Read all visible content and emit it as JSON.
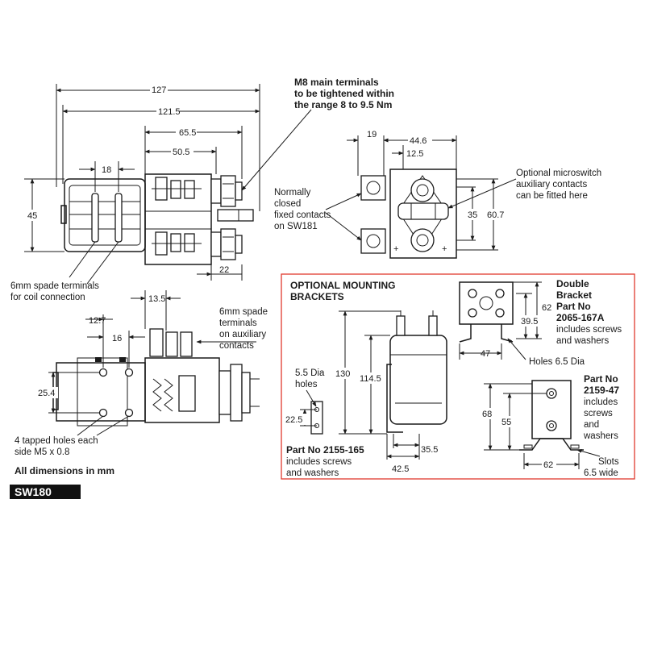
{
  "colors": {
    "ink": "#1a1a1a",
    "frame": "#e03a2e",
    "badge_bg": "#111111",
    "badge_text": "#ffffff"
  },
  "side_view": {
    "dims": {
      "overall": "127",
      "body": "121.5",
      "terminal_span": "65.5",
      "inner_span": "50.5",
      "coil_pitch": "18",
      "height": "45",
      "spade_offset": "22",
      "aux_offset": "13.5"
    },
    "callouts": {
      "m8": [
        "M8 main terminals",
        "to be tightened within",
        "the range 8 to 9.5 Nm"
      ],
      "coil_spades": [
        "6mm spade terminals",
        "for coil connection"
      ]
    }
  },
  "end_view": {
    "dims": {
      "left_gap": "19",
      "width": "44.6",
      "offset": "12.5",
      "inner_h": "35",
      "outer_h": "60.7"
    },
    "callouts": {
      "nc": [
        "Normally",
        "closed",
        "fixed contacts",
        "on SW181"
      ],
      "microswitch": [
        "Optional microswitch",
        "auxiliary contacts",
        "can be fitted here"
      ]
    },
    "plus": "+"
  },
  "bottom_view": {
    "dims": {
      "pitch_a": "12.7",
      "pitch_b": "16",
      "height": "25.4"
    },
    "callouts": {
      "aux_spades": [
        "6mm spade",
        "terminals",
        "on auxiliary",
        "contacts"
      ],
      "tapped": [
        "4 tapped holes each",
        "side M5 x 0.8"
      ]
    }
  },
  "footer": {
    "units": "All dimensions in mm",
    "model": "SW180"
  },
  "brackets": {
    "title": [
      "OPTIONAL MOUNTING",
      "BRACKETS"
    ],
    "single": {
      "hole_label": [
        "5.5 Dia",
        "holes"
      ],
      "part_bold": "Part No 2155-165",
      "part_text": [
        "includes screws",
        "and washers"
      ],
      "dims": {
        "total_h": "130",
        "body_h": "114.5",
        "hole_pitch": "22.5",
        "base_a": "35.5",
        "base_b": "42.5"
      }
    },
    "double": {
      "bold": [
        "Double",
        "Bracket",
        "Part No",
        "2065-167A"
      ],
      "text": [
        "includes screws",
        "and washers"
      ],
      "holes": "Holes 6.5 Dia",
      "dims": {
        "h": "62",
        "inner": "39.5",
        "w": "47"
      }
    },
    "third": {
      "bold": [
        "Part No",
        "2159-47"
      ],
      "text": [
        "includes",
        "screws",
        "and",
        "washers"
      ],
      "slots": [
        "Slots",
        "6.5 wide"
      ],
      "dims": {
        "h": "68",
        "inner": "55",
        "w": "62"
      }
    }
  }
}
